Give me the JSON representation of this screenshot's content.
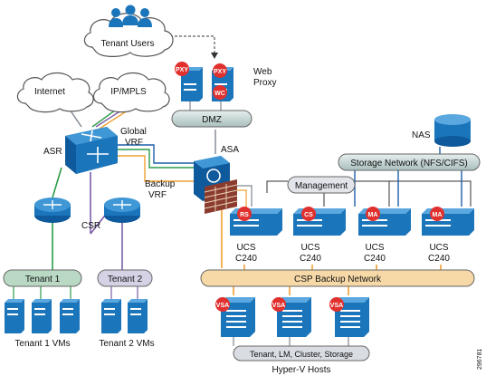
{
  "labels": {
    "tenant_users": "Tenant Users",
    "internet": "Internet",
    "ip_mpls": "IP/MPLS",
    "asr": "ASR",
    "global_vrf_1": "Global",
    "global_vrf_2": "VRF",
    "backup_vrf_1": "Backup",
    "backup_vrf_2": "VRF",
    "csr": "CSR",
    "asa": "ASA",
    "dmz": "DMZ",
    "web_proxy_1": "Web",
    "web_proxy_2": "Proxy",
    "nas": "NAS",
    "storage_network": "Storage Network (NFS/CIFS)",
    "management": "Management",
    "csp_backup_network": "CSP Backup Network",
    "tenant1": "Tenant 1",
    "tenant2": "Tenant 2",
    "tenant1_vms": "Tenant 1 VMs",
    "tenant2_vms": "Tenant 2 VMs",
    "hyperv_net": "Tenant, LM, Cluster, Storage",
    "hyperv_hosts": "Hyper-V Hosts",
    "figure_id": "296781"
  },
  "ucs_servers": [
    {
      "tag": "RS",
      "line1": "UCS",
      "line2": "C240"
    },
    {
      "tag": "CS",
      "line1": "UCS",
      "line2": "C240"
    },
    {
      "tag": "MA",
      "line1": "UCS",
      "line2": "C240"
    },
    {
      "tag": "MA",
      "line1": "UCS",
      "line2": "C240"
    }
  ],
  "proxy_tags": {
    "pxy_a": "PXY",
    "pxy_b": "PXY",
    "wc": "WC"
  },
  "vsa_tag": "VSA",
  "colors": {
    "device_blue": "#1b75bb",
    "bar_teal": "#c9dad8",
    "bar_tenant1": "#b9d9c4",
    "bar_tenant2": "#d6d2e6",
    "bar_backup": "#f7d9a8",
    "bar_storage": "#d9dde3",
    "tag_red": "#e0312f",
    "link_green": "#2e9b48",
    "link_purple": "#7c5ea6",
    "link_orange": "#f0a030",
    "link_blue": "#1f5fa8",
    "link_gray": "#7f8790"
  }
}
